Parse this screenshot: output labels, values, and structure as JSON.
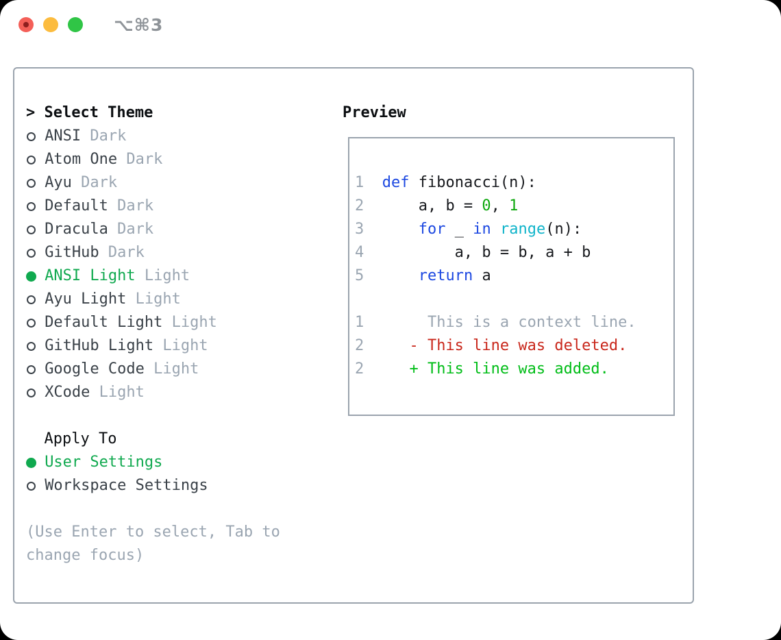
{
  "titlebar": {
    "shortcut": "⌥⌘3"
  },
  "theme_selector": {
    "header_prompt": ">",
    "header": "Select Theme",
    "items": [
      {
        "label": "ANSI",
        "badge": "Dark",
        "selected": false
      },
      {
        "label": "Atom One",
        "badge": "Dark",
        "selected": false
      },
      {
        "label": "Ayu",
        "badge": "Dark",
        "selected": false
      },
      {
        "label": "Default",
        "badge": "Dark",
        "selected": false
      },
      {
        "label": "Dracula",
        "badge": "Dark",
        "selected": false
      },
      {
        "label": "GitHub",
        "badge": "Dark",
        "selected": false
      },
      {
        "label": "ANSI Light",
        "badge": "Light",
        "selected": true
      },
      {
        "label": "Ayu Light",
        "badge": "Light",
        "selected": false
      },
      {
        "label": "Default Light",
        "badge": "Light",
        "selected": false
      },
      {
        "label": "GitHub Light",
        "badge": "Light",
        "selected": false
      },
      {
        "label": "Google Code",
        "badge": "Light",
        "selected": false
      },
      {
        "label": "XCode",
        "badge": "Light",
        "selected": false
      }
    ]
  },
  "apply_to": {
    "header": "Apply To",
    "options": [
      {
        "label": "User Settings",
        "selected": true
      },
      {
        "label": "Workspace Settings",
        "selected": false
      }
    ]
  },
  "hint": "(Use Enter to select, Tab to change focus)",
  "preview": {
    "header": "Preview",
    "code_lines": [
      {
        "num": "1",
        "segments": [
          {
            "c": "plain",
            "t": "  "
          },
          {
            "c": "keyword",
            "t": "def"
          },
          {
            "c": "plain",
            "t": " fibonacci(n):"
          }
        ]
      },
      {
        "num": "2",
        "segments": [
          {
            "c": "plain",
            "t": "      a, b = "
          },
          {
            "c": "number",
            "t": "0"
          },
          {
            "c": "plain",
            "t": ", "
          },
          {
            "c": "number",
            "t": "1"
          }
        ]
      },
      {
        "num": "3",
        "segments": [
          {
            "c": "plain",
            "t": "      "
          },
          {
            "c": "keyword",
            "t": "for"
          },
          {
            "c": "plain",
            "t": " _ "
          },
          {
            "c": "keyword",
            "t": "in"
          },
          {
            "c": "plain",
            "t": " "
          },
          {
            "c": "builtin",
            "t": "range"
          },
          {
            "c": "plain",
            "t": "(n):"
          }
        ]
      },
      {
        "num": "4",
        "segments": [
          {
            "c": "plain",
            "t": "          a, b = b, a + b"
          }
        ]
      },
      {
        "num": "5",
        "segments": [
          {
            "c": "plain",
            "t": "      "
          },
          {
            "c": "keyword",
            "t": "return"
          },
          {
            "c": "plain",
            "t": " a"
          }
        ]
      },
      {
        "num": "",
        "segments": []
      },
      {
        "num": "1",
        "segments": [
          {
            "c": "context",
            "t": "       This is a context line."
          }
        ]
      },
      {
        "num": "2",
        "segments": [
          {
            "c": "deleted",
            "t": "     - This line was deleted."
          }
        ]
      },
      {
        "num": "2",
        "segments": [
          {
            "c": "added",
            "t": "     + This line was added."
          }
        ]
      }
    ]
  },
  "colors": {
    "ink": "#0b0e11",
    "item": "#3a4148",
    "muted": "#9aa5b1",
    "border": "#9aa3ad",
    "selected": "#10a94f",
    "code": "#17191d",
    "keyword": "#1c48e1",
    "builtin": "#10b4ca",
    "number": "#0ba70b",
    "context": "#9aa5b1",
    "deleted": "#c9271b",
    "added": "#00bd17",
    "shortcut": "#8e9398",
    "traffic-red": "#f45f58",
    "traffic-red-dot": "#8e1e1e",
    "traffic-yellow": "#fcbc3f",
    "traffic-green": "#30c546"
  }
}
